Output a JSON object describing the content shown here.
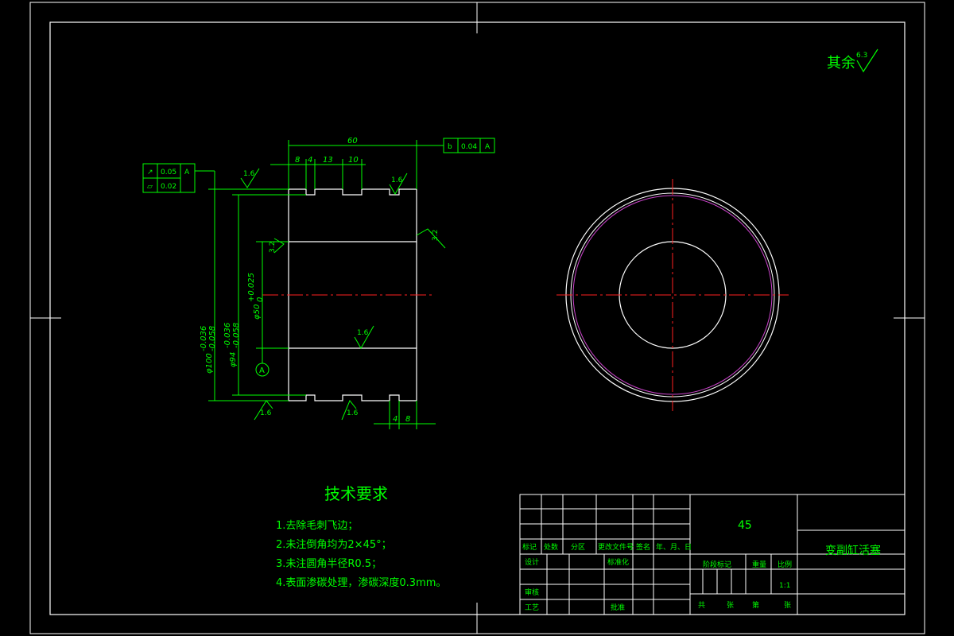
{
  "drawing": {
    "surface_finish_note": {
      "label": "其余",
      "value": "6.3"
    },
    "dimensions": {
      "length_total": "60",
      "d1": "8",
      "d2": "4",
      "d3": "13",
      "d4": "10",
      "bottom_groove_width": "4",
      "bottom_right_width": "8",
      "dia_outer": "φ100",
      "dia_outer_tol_upper": "-0.036",
      "dia_outer_tol_lower": "-0.058",
      "dia_groove": "φ94",
      "dia_groove_tol_upper": "-0.036",
      "dia_groove_tol_lower": "-0.058",
      "dia_bore": "φ50",
      "dia_bore_tol_upper": "+0.025",
      "dia_bore_tol_lower": "0"
    },
    "tolerance_frames": {
      "runout": {
        "symbol": "↗",
        "value": "0.05",
        "datum": "A"
      },
      "flatness": {
        "symbol": "▱",
        "value": "0.02"
      },
      "right": {
        "symbol": "b",
        "value": "0.04",
        "datum": "A"
      }
    },
    "roughness": {
      "top_left": "1.6",
      "top_right": "1.6",
      "bore_left": "3.2",
      "right_face": "3.2",
      "middle": "1.6",
      "bottom_left": "1.6",
      "bottom_mid": "1.6"
    },
    "datum_label": "A"
  },
  "requirements": {
    "title": "技术要求",
    "items": [
      "1.去除毛刺飞边；",
      "2.未注倒角均为2×45°；",
      "3.未注圆角半径R0.5；",
      "4.表面渗碳处理，渗碳深度0.3mm。"
    ]
  },
  "title_block": {
    "material": "45",
    "part_name": "变副缸活塞",
    "scale": "1:1",
    "scale_label": "比例",
    "weight_label": "重量",
    "stage_label": "阶段标记",
    "headers": [
      "标记",
      "处数",
      "分区",
      "更改文件号",
      "签名",
      "年、月、日"
    ],
    "design_label": "设计",
    "standard_label": "标准化",
    "review_label": "审核",
    "process_label": "工艺",
    "approve_label": "批准",
    "sheets_label_1": "共",
    "sheets_label_2": "张",
    "sheets_label_3": "第",
    "sheets_label_4": "张"
  },
  "colors": {
    "background": "#000000",
    "annotation": "#00ff00",
    "outline": "#ffffff",
    "centerline": "#ff2020",
    "chamfer_circle": "#cc44cc"
  }
}
